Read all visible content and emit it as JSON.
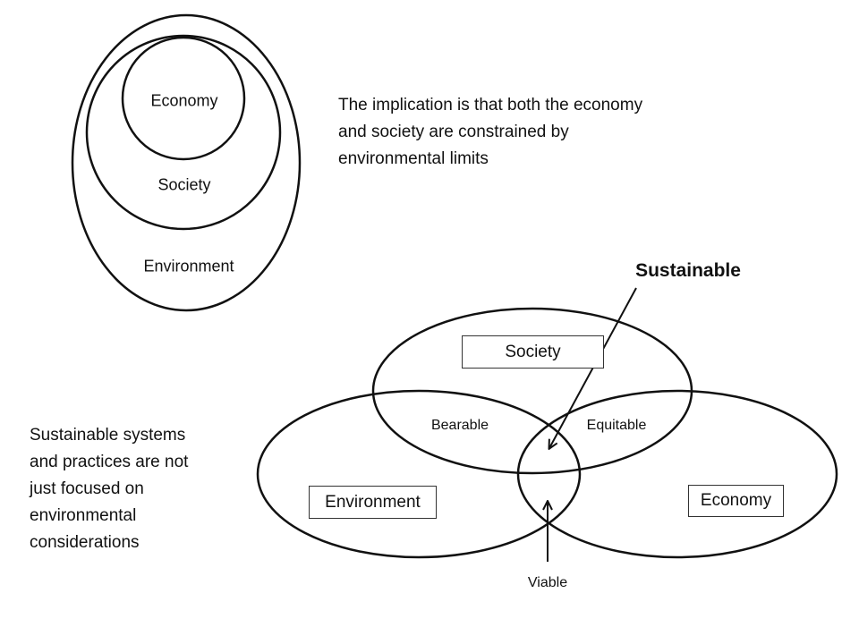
{
  "nested_diagram": {
    "inner_label": "Economy",
    "middle_label": "Society",
    "outer_label": "Environment"
  },
  "implication_text": {
    "lines": [
      "The implication is that both the economy",
      "and society are constrained by",
      "environmental limits"
    ]
  },
  "venn_diagram": {
    "circle_labels": {
      "top": "Society",
      "left": "Environment",
      "right": "Economy"
    },
    "overlap_labels": {
      "society_environment": "Bearable",
      "society_economy": "Equitable",
      "environment_economy": "Viable",
      "center": "Sustainable"
    }
  },
  "sustainable_text": {
    "lines": [
      "Sustainable systems",
      "and practices are not",
      "just focused on",
      "environmental",
      "considerations"
    ]
  },
  "colors": {
    "stroke": "#111111",
    "background": "#ffffff"
  }
}
